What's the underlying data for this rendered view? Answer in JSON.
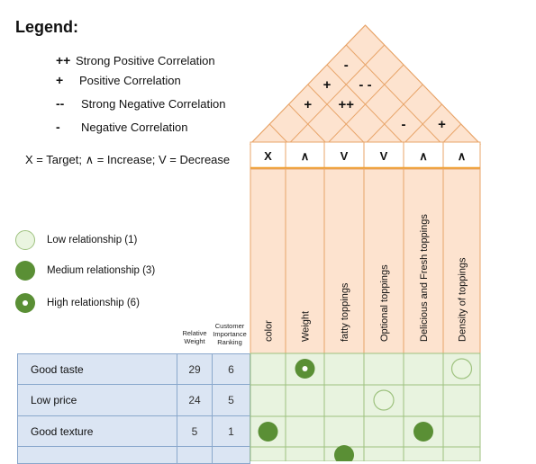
{
  "legend": {
    "title": "Legend:",
    "correlations": [
      {
        "symbol": "++",
        "label": "Strong Positive Correlation"
      },
      {
        "symbol": "+",
        "label": "Positive Correlation"
      },
      {
        "symbol": "--",
        "label": "Strong Negative Correlation"
      },
      {
        "symbol": "-",
        "label": "Negative Correlation"
      }
    ],
    "target_line": "X = Target; ∧ = Increase;  V = Decrease",
    "relationships": [
      {
        "label": "Low relationship (1)",
        "kind": "low"
      },
      {
        "label": "Medium relationship (3)",
        "kind": "medium"
      },
      {
        "label": "High relationship (6)",
        "kind": "high"
      }
    ]
  },
  "matrix": {
    "col_header_weight": "Relative Weight",
    "col_header_ranking": "Customer Importance Ranking",
    "directions": [
      "X",
      "∧",
      "V",
      "V",
      "∧",
      "∧"
    ],
    "technical_requirements": [
      "color",
      "Weight",
      "fatty toppings",
      "Optional toppings",
      "Delicious and Fresh toppings",
      "Density of toppings"
    ],
    "roof_marks": [
      {
        "cell": "1-3",
        "symbol": "+"
      },
      {
        "cell": "2-4",
        "symbol": "++"
      },
      {
        "cell": "1-4",
        "symbol": "+"
      },
      {
        "cell": "1-5",
        "symbol": "-"
      },
      {
        "cell": "2-5",
        "symbol": "- -"
      },
      {
        "cell": "4-5",
        "symbol": "-"
      },
      {
        "cell": "5-6",
        "symbol": "+"
      }
    ],
    "customer_requirements": [
      {
        "label": "Good taste",
        "weight": "29",
        "ranking": "6",
        "cells": [
          "",
          "high",
          "",
          "",
          "",
          "low"
        ]
      },
      {
        "label": "Low price",
        "weight": "24",
        "ranking": "5",
        "cells": [
          "",
          "",
          "",
          "low",
          "",
          ""
        ]
      },
      {
        "label": "Good texture",
        "weight": "5",
        "ranking": "1",
        "cells": [
          "medium",
          "",
          "",
          "",
          "medium",
          ""
        ]
      },
      {
        "label": "",
        "weight": "",
        "ranking": "",
        "cells": [
          "",
          "",
          "medium",
          "",
          "",
          ""
        ]
      }
    ]
  },
  "colors": {
    "roof_fill": "#fde3cf",
    "roof_stroke": "#e8a56a",
    "orange_line": "#f0a030",
    "matrix_fill": "#e8f3df",
    "grid_stroke": "#9ec27f",
    "circle_green": "#5a8f35",
    "low_fill": "#eaf5e0",
    "row_fill": "#dbe5f3"
  }
}
